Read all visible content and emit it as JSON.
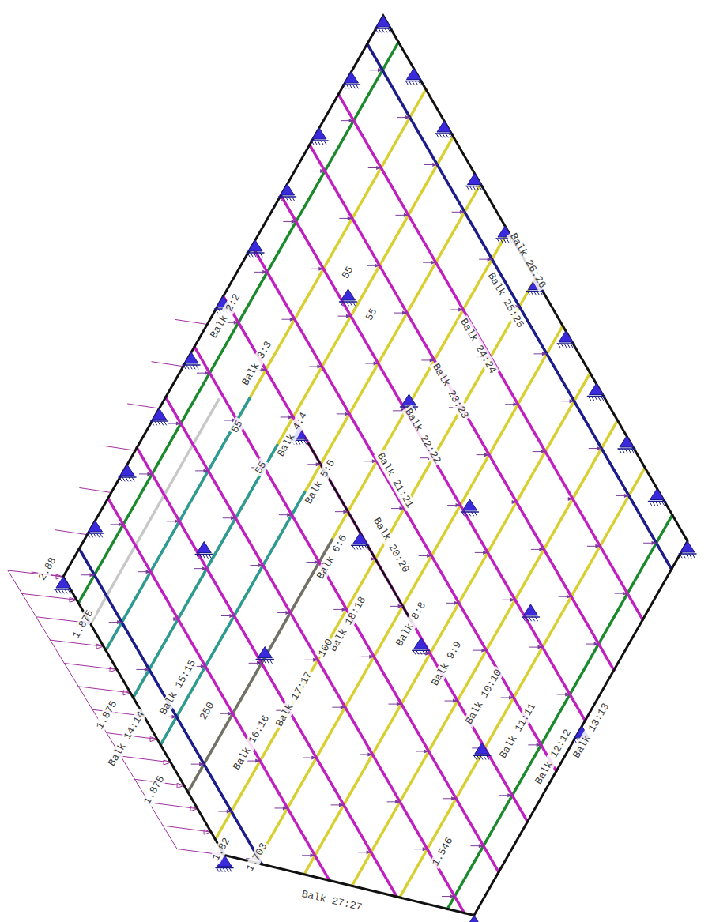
{
  "diagram": {
    "labels": [
      "Balk 26:26",
      "Balk 25:25",
      "Balk 24:24",
      "Balk 23:23",
      "Balk 22:22",
      "Balk 21:21",
      "Balk 20:20",
      "Balk 2:2",
      "Balk 3:3",
      "Balk 4:4",
      "Balk 5:5",
      "Balk 6:6",
      "Balk 8:8",
      "Balk 9:9",
      "Balk 10:10",
      "Balk 11:11",
      "Balk 12:12",
      "Balk 13:13",
      "Balk 18:18",
      "Balk 17:17",
      "Balk 16:16",
      "Balk 15:15",
      "Balk 14:14",
      "Balk 27:27",
      "2.88",
      "1.875",
      "1.875",
      "1.875",
      "1.82",
      "1.703",
      "1.546",
      "55",
      "55",
      "55",
      "55",
      "250",
      "100"
    ]
  }
}
